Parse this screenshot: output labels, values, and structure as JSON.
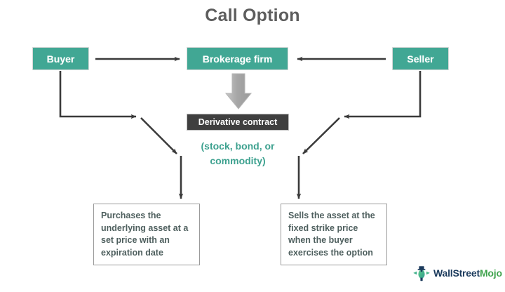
{
  "diagram": {
    "title": "Call Option",
    "type": "flowchart",
    "colors": {
      "actor_box_fill": "#41a794",
      "actor_box_text": "#ffffff",
      "contract_box_fill": "#3f3f3f",
      "contract_box_text": "#ffffff",
      "caption_text": "#3da18f",
      "description_text": "#4e5f5e",
      "description_border": "#9a9a9a",
      "title_text": "#5d5d5d",
      "arrow_stroke": "#3a3a3a",
      "block_arrow_fill": "#a8a8a8",
      "background": "#ffffff"
    },
    "nodes": {
      "buyer": "Buyer",
      "brokerage": "Brokerage firm",
      "seller": "Seller",
      "derivative": "Derivative contract",
      "derivative_caption_line1": "(stock, bond, or",
      "derivative_caption_line2": "commodity)",
      "buyer_outcome": "Purchases the underlying asset at a set price with an expiration date",
      "seller_outcome": "Sells the asset at the fixed strike price when the buyer exercises the option"
    },
    "connections": [
      {
        "from": "buyer",
        "to": "brokerage",
        "style": "thin-arrow",
        "direction": "right"
      },
      {
        "from": "seller",
        "to": "brokerage",
        "style": "thin-arrow",
        "direction": "left"
      },
      {
        "from": "brokerage",
        "to": "derivative",
        "style": "block-arrow",
        "direction": "down"
      },
      {
        "from": "buyer",
        "to": "buyer_outcome",
        "style": "elbow-diagonal-arrow",
        "direction": "down-right-down"
      },
      {
        "from": "seller",
        "to": "seller_outcome",
        "style": "elbow-diagonal-arrow",
        "direction": "down-left-down"
      }
    ]
  },
  "logo": {
    "name": "wallstreetmojo-logo",
    "text_primary": "WallStreet",
    "text_secondary": "Mojo",
    "mark": "wallstreetmojo-mark-icon"
  }
}
